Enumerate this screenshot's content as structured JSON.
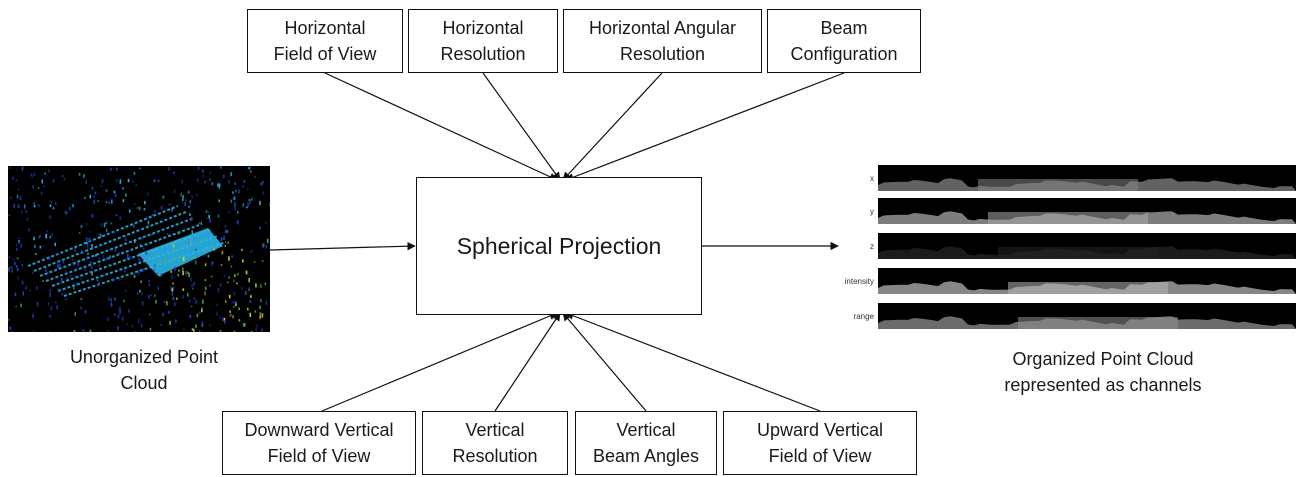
{
  "input_boxes_top": [
    {
      "label": "Horizontal\nField of View"
    },
    {
      "label": "Horizontal\nResolution"
    },
    {
      "label": "Horizontal Angular\nResolution"
    },
    {
      "label": "Beam\nConfiguration"
    }
  ],
  "input_boxes_bottom": [
    {
      "label": "Downward Vertical\nField of View"
    },
    {
      "label": "Vertical\nResolution"
    },
    {
      "label": "Vertical\nBeam Angles"
    },
    {
      "label": "Upward Vertical\nField of View"
    }
  ],
  "center": {
    "label": "Spherical Projection"
  },
  "left_caption": "Unorganized Point\nCloud",
  "right_caption": "Organized Point Cloud\nrepresented as channels",
  "channels": [
    {
      "label": "x",
      "brightness": 0.55
    },
    {
      "label": "y",
      "brightness": 0.7
    },
    {
      "label": "z",
      "brightness": 0.15
    },
    {
      "label": "intensity",
      "brightness": 0.75
    },
    {
      "label": "range",
      "brightness": 0.6
    }
  ],
  "colors": {
    "line": "#111111",
    "point_cloud_bg": "#000000",
    "cyan": "#2bb5e8",
    "yellow": "#d8d020",
    "green": "#3fb070",
    "blue": "#2040c0"
  }
}
